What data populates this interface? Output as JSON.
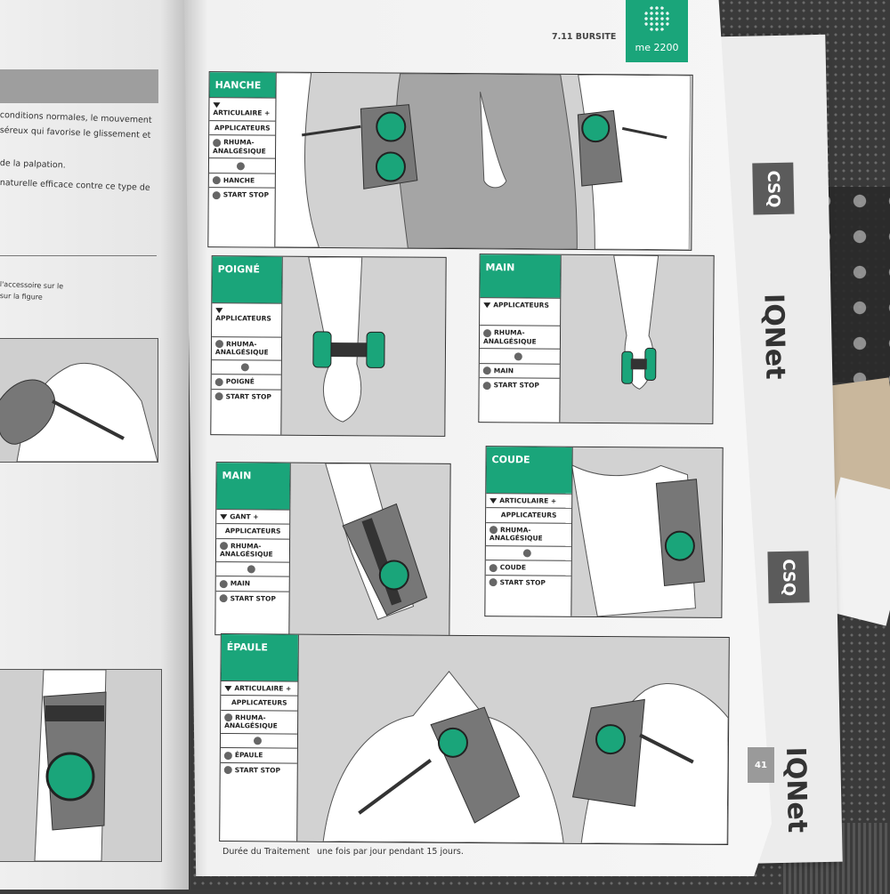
{
  "left_page": {
    "lines_top": [
      "conditions normales, le mouvement",
      "séreux qui favorise le glissement et",
      "de la palpation.",
      "naturelle efficace contre ce type de"
    ],
    "lines_mid": [
      "l'accessoire sur le",
      "sur la figure"
    ]
  },
  "header": {
    "section": "7.11 BURSITE",
    "model": "me 2200"
  },
  "panels": [
    {
      "title": "HANCHE",
      "rows": [
        {
          "icon": "triangle",
          "text": "ARTICULAIRE +"
        },
        {
          "icon": "none",
          "text": "APPLICATEURS"
        },
        {
          "icon": "dot",
          "text": "RHUMA-ANALGÉSIQUE"
        },
        {
          "icon": "dot-center",
          "text": ""
        },
        {
          "icon": "dot",
          "text": "HANCHE"
        },
        {
          "icon": "dot",
          "text": "START STOP"
        }
      ]
    },
    {
      "title": "POIGNÉ",
      "rows": [
        {
          "icon": "triangle",
          "text": "APPLICATEURS"
        },
        {
          "icon": "dot",
          "text": "RHUMA-ANALGÉSIQUE"
        },
        {
          "icon": "dot-center",
          "text": ""
        },
        {
          "icon": "dot",
          "text": "POIGNÉ"
        },
        {
          "icon": "dot",
          "text": "START STOP"
        }
      ]
    },
    {
      "title": "MAIN",
      "rows": [
        {
          "icon": "triangle",
          "text": "APPLICATEURS"
        },
        {
          "icon": "dot",
          "text": "RHUMA-ANALGÉSIQUE"
        },
        {
          "icon": "dot-center",
          "text": ""
        },
        {
          "icon": "dot",
          "text": "MAIN"
        },
        {
          "icon": "dot",
          "text": "START STOP"
        }
      ]
    },
    {
      "title": "MAIN",
      "rows": [
        {
          "icon": "triangle",
          "text": "GANT +"
        },
        {
          "icon": "none",
          "text": "APPLICATEURS"
        },
        {
          "icon": "dot",
          "text": "RHUMA-ANALGÉSIQUE"
        },
        {
          "icon": "dot-center",
          "text": ""
        },
        {
          "icon": "dot",
          "text": "MAIN"
        },
        {
          "icon": "dot",
          "text": "START STOP"
        }
      ]
    },
    {
      "title": "COUDE",
      "rows": [
        {
          "icon": "triangle",
          "text": "ARTICULAIRE +"
        },
        {
          "icon": "none",
          "text": "APPLICATEURS"
        },
        {
          "icon": "dot",
          "text": "RHUMA-ANALGÉSIQUE"
        },
        {
          "icon": "dot-center",
          "text": ""
        },
        {
          "icon": "dot",
          "text": "COUDE"
        },
        {
          "icon": "dot",
          "text": "START STOP"
        }
      ]
    },
    {
      "title": "ÉPAULE",
      "rows": [
        {
          "icon": "triangle",
          "text": "ARTICULAIRE +"
        },
        {
          "icon": "none",
          "text": "APPLICATEURS"
        },
        {
          "icon": "dot",
          "text": "RHUMA-ANALGÉSIQUE"
        },
        {
          "icon": "dot-center",
          "text": ""
        },
        {
          "icon": "dot",
          "text": "ÉPAULE"
        },
        {
          "icon": "dot",
          "text": "START STOP"
        }
      ]
    }
  ],
  "footer": {
    "label": "Durée du Traitement",
    "value": "une fois par jour pendant 15 jours."
  },
  "page_number": "41",
  "side_sheet": {
    "logo": "CSQ",
    "cert": "IQNet"
  },
  "colors": {
    "accent": "#1aa57a",
    "panel_bg": "#d6d6d6",
    "dark_grey": "#7a7a7a"
  }
}
